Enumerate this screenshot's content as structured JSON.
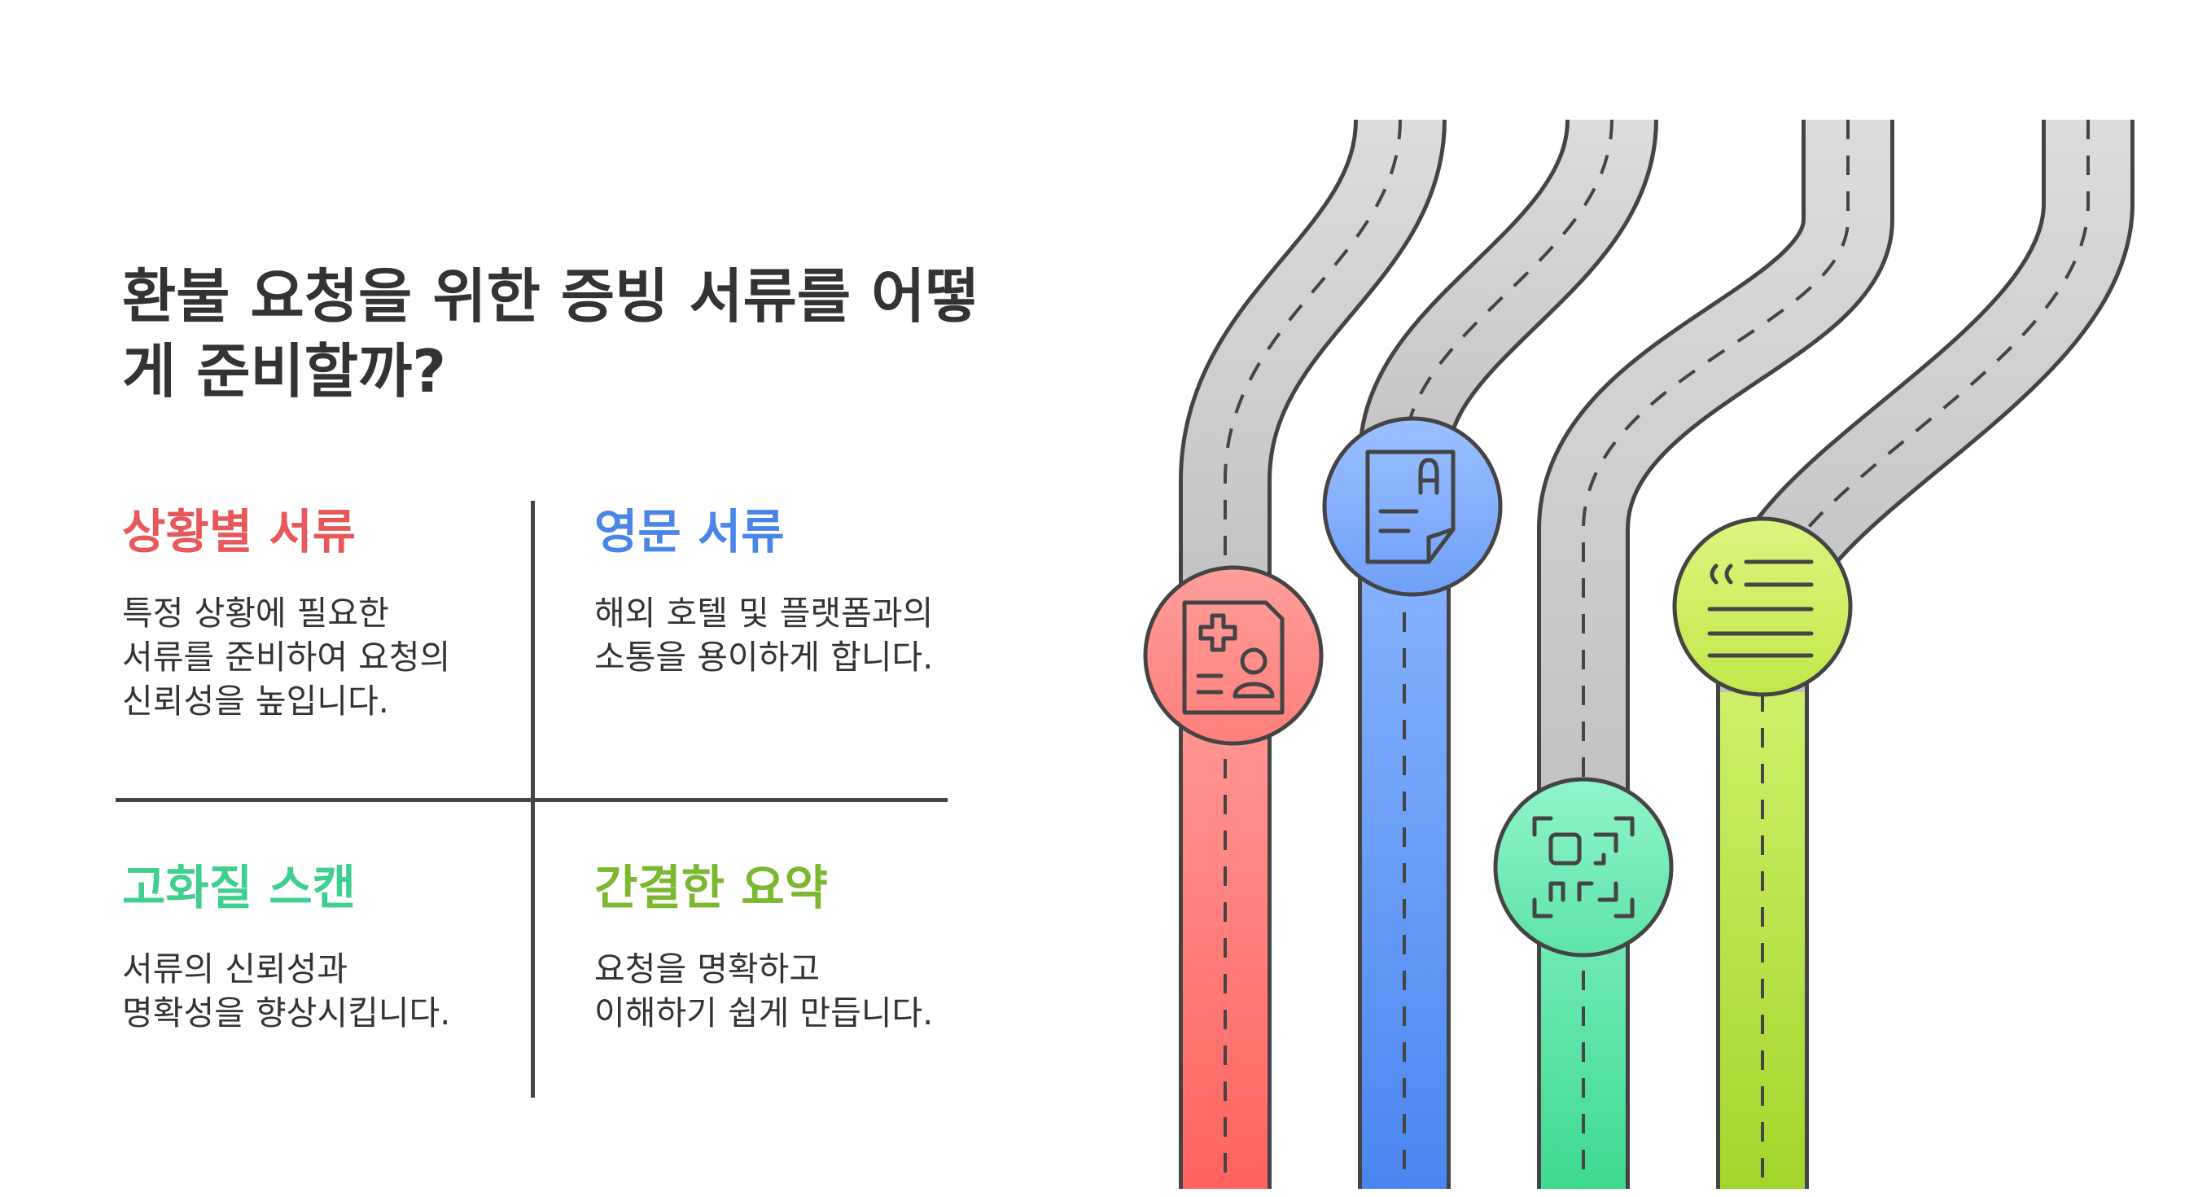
{
  "title": "환불 요청을 위한 증빙 서류를 어떻게 준비할까?",
  "quadrants": [
    {
      "heading": "상황별 서류",
      "text": "특정 상황에 필요한 서류를 준비하여 요청의 신뢰성을 높입니다.",
      "color": "#e8575a",
      "icon": "medical-document-icon"
    },
    {
      "heading": "영문 서류",
      "text": "해외 호텔 및 플랫폼과의 소통을 용이하게 합니다.",
      "color": "#4a86e8",
      "icon": "document-letter-a-icon"
    },
    {
      "heading": "고화질 스캔",
      "text": "서류의 신뢰성과 명확성을 향상시킵니다.",
      "color": "#3fcf8e",
      "icon": "qr-scan-icon"
    },
    {
      "heading": "간결한 요약",
      "text": "요청을 명확하고 이해하기 쉽게 만듭니다.",
      "color": "#7bb82f",
      "icon": "quote-summary-icon"
    }
  ]
}
